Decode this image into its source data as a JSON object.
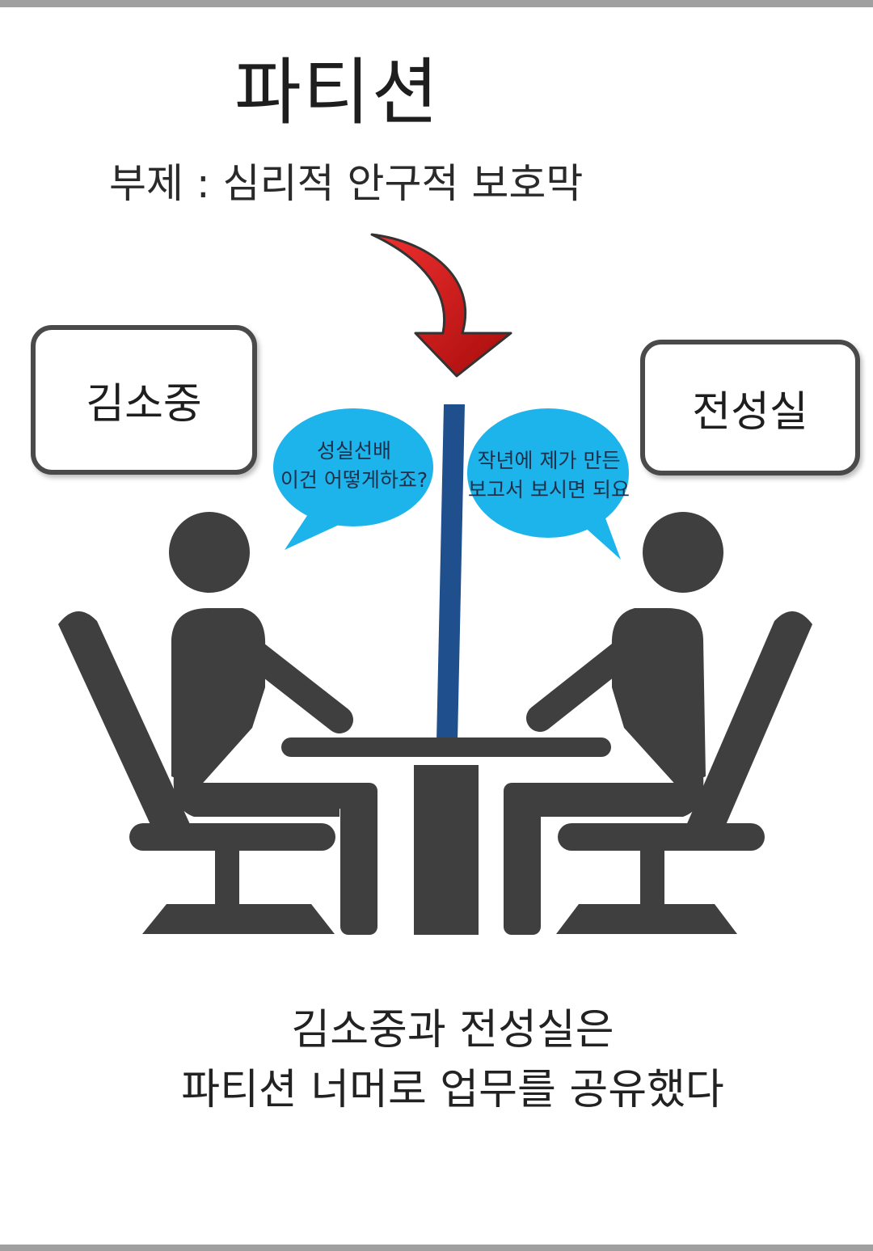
{
  "title": "파티션",
  "subtitle": "부제 : 심리적 안구적 보호막",
  "person_left_name": "김소중",
  "person_right_name": "전성실",
  "bubble_left": {
    "line1": "성실선배",
    "line2": "이건 어떻게하죠?"
  },
  "bubble_right": {
    "line1": "작년에 제가 만든",
    "line2": "보고서 보시면 되요"
  },
  "caption": {
    "line1": "김소중과 전성실은",
    "line2": "파티션 너머로 업무를 공유했다"
  },
  "colors": {
    "figure": "#3f3f3f",
    "partition": "#1f4f8c",
    "bubble": "#1cb4ea",
    "arrow": "#d01818"
  }
}
